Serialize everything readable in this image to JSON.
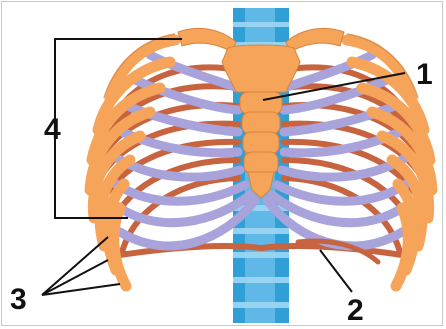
{
  "labels": {
    "label_1": "1",
    "label_2": "2",
    "label_3": "3",
    "label_4": "4"
  },
  "colors": {
    "bone": "#f5a45a",
    "bone_dark": "#d9833a",
    "rib_inner": "#c8633f",
    "cartilage": "#a9a3dc",
    "spine": "#2f9fd6",
    "spine_light": "#7cc8ef",
    "line": "#111111",
    "frame": "#c9c9c9"
  }
}
